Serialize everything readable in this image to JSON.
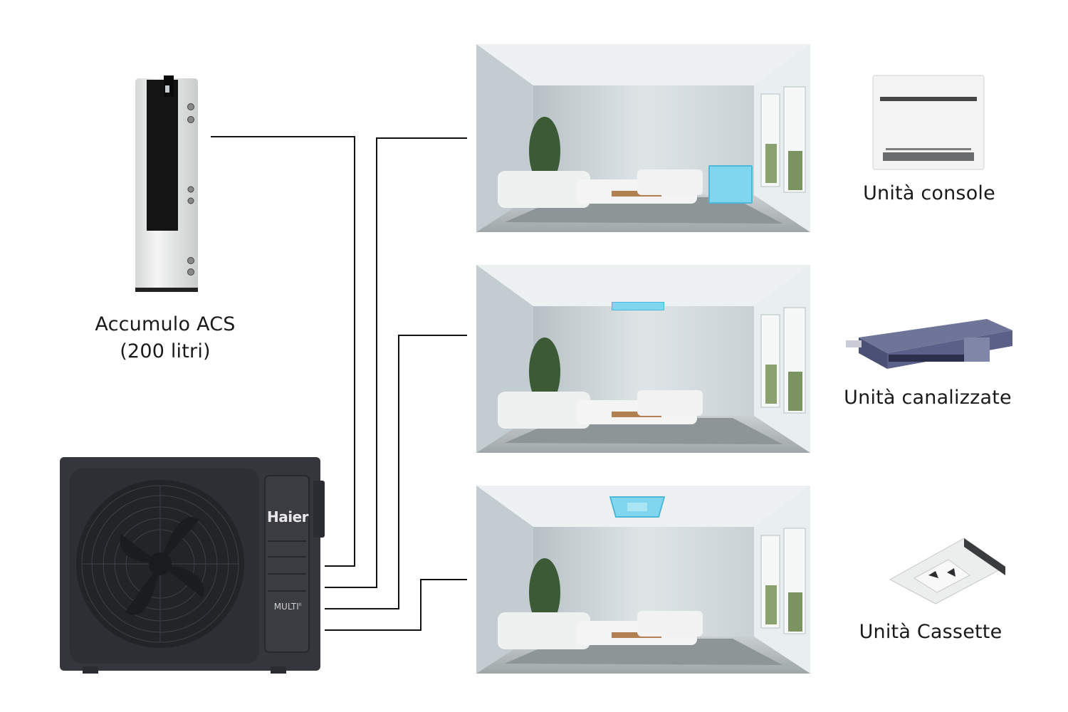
{
  "tank": {
    "name_line1": "Accumulo ACS",
    "name_line2": "(200 litri)"
  },
  "outdoor_unit": {
    "brand": "Haier",
    "model_badge": "MULTI",
    "model_badge_sup": "II"
  },
  "indoor_units": [
    {
      "label": "Unità console",
      "type": "console"
    },
    {
      "label": "Unità canalizzate",
      "type": "ducted"
    },
    {
      "label": "Unità Cassette",
      "type": "cassette"
    }
  ],
  "colors": {
    "connector_line": "#111111",
    "outdoor_body": "#34363c",
    "highlight_unit": "#7fd6ee",
    "tank_body": "#e9ebea",
    "tank_panel": "#141414"
  }
}
